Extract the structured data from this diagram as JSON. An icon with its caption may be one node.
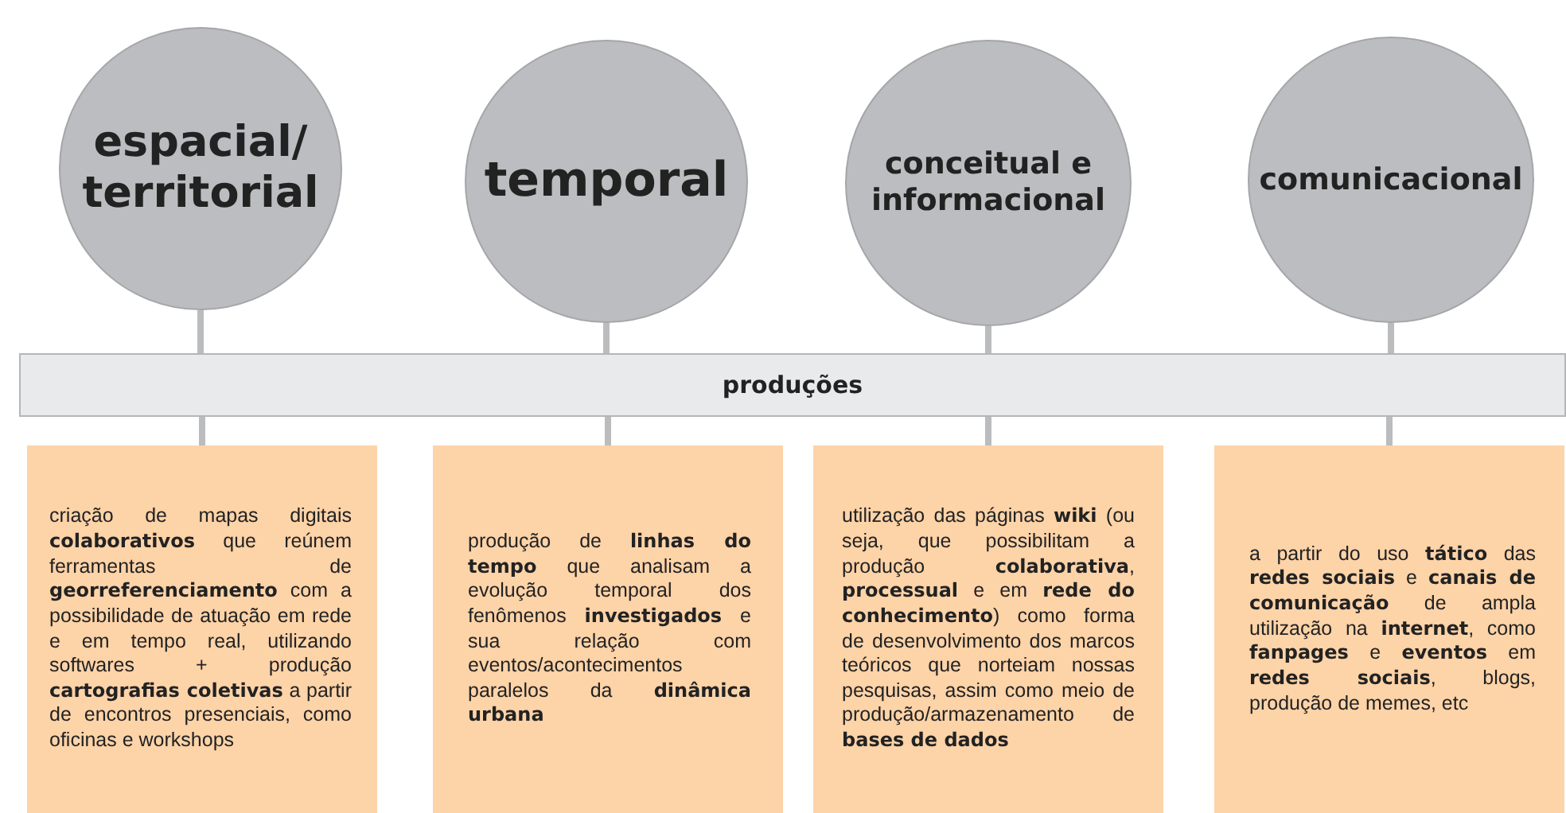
{
  "diagram": {
    "nodes": [
      {
        "text": [
          "espacial/ territorial"
        ]
      },
      {
        "text": [
          "temporal"
        ]
      },
      {
        "text": [
          "conceitual e informacional"
        ]
      },
      {
        "text": [
          "comunicacional"
        ]
      },
      {
        "text": [
          "produções"
        ]
      },
      {
        "text": [
          "criação de mapas digitais **colaborativos** que reúnem ferramentas de **georreferenciamento** com a possibilidade de atuação em rede e em tempo real, utilizando softwares + produção **cartografias coletivas** a partir de encontros presenciais, como oficinas e workshops"
        ]
      },
      {
        "text": [
          "produção de **linhas do tempo** que analisam a evolução temporal dos fenômenos **investigados** e sua relação com eventos/acontecimentos paralelos da **dinâmica urbana**"
        ]
      },
      {
        "text": [
          "utilização das páginas **wiki** (ou seja, que possibilitam a produção **colaborativa**, **processual** e em **rede do conhecimento**) como forma de desenvolvimento dos marcos teóricos que norteiam nossas pesquisas, assim como meio de produção/armazenamento de **bases de dados**"
        ]
      },
      {
        "text": [
          "a partir do uso **tático** das **redes sociais** e **canais de comunicação** de ampla utilização na **internet**, como **fanpages** e **eventos** em **redes sociais**, blogs, produção de memes, etc"
        ]
      }
    ],
    "edges": [
      {
        "from": 0,
        "to": 4,
        "arrow": "none"
      },
      {
        "from": 4,
        "to": 5,
        "arrow": "none"
      },
      {
        "from": 1,
        "to": 4,
        "arrow": "none"
      },
      {
        "from": 4,
        "to": 6,
        "arrow": "none"
      },
      {
        "from": 2,
        "to": 4,
        "arrow": "none"
      },
      {
        "from": 4,
        "to": 7,
        "arrow": "none"
      },
      {
        "from": 3,
        "to": 4,
        "arrow": "none"
      },
      {
        "from": 4,
        "to": 8,
        "arrow": "none"
      }
    ]
  }
}
